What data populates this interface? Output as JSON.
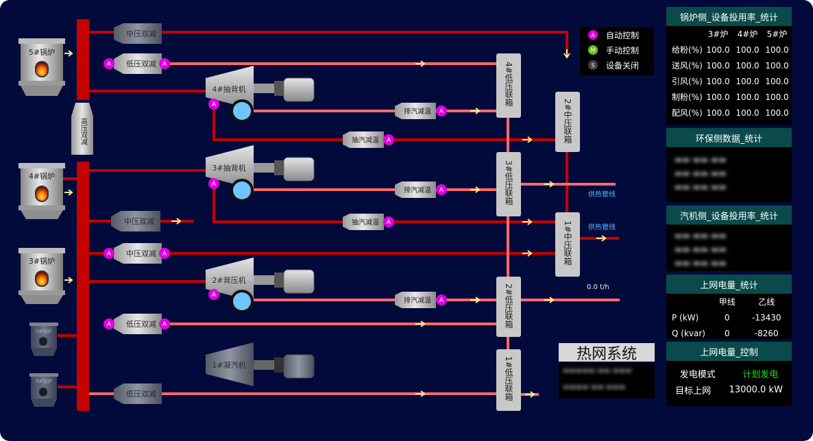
{
  "boilers": [
    "5#锅炉",
    "4#锅炉",
    "3#锅炉",
    "5#锅炉",
    "5#锅炉"
  ],
  "high_pressure_reducer": "高压双减",
  "reducers": {
    "mid_top": "中压双减",
    "low_top": "低压双减",
    "mid_second": "中压双减",
    "mid_third": "中压双减",
    "low_third": "低压双减",
    "low_bottom": "低压双减"
  },
  "turbines": [
    "4#抽背机",
    "3#抽背机",
    "2#背压机",
    "1#凝汽机"
  ],
  "attemperators": [
    "排汽减温",
    "排汽减温",
    "排汽减温",
    "抽汽减温",
    "抽汽减温"
  ],
  "headers": {
    "low4": "4#低压联箱",
    "low3": "3#低压联箱",
    "low2": "2#低压联箱",
    "low1": "1#低压联箱",
    "mid2": "2#中压联箱",
    "mid1": "1#中压联箱"
  },
  "heat_pipe_labels": [
    "供热管线",
    "供热管线"
  ],
  "flow_readout": "0.0 t/h",
  "badges": {
    "auto": "A",
    "manual": "M",
    "shutdown": "S"
  },
  "legend": [
    {
      "badge": "A",
      "label": "自动控制",
      "color": "#e000e0"
    },
    {
      "badge": "M",
      "label": "手动控制",
      "color": "#6ac020"
    },
    {
      "badge": "S",
      "label": "设备关闭",
      "color": "#444444"
    }
  ],
  "boiler_side": {
    "title": "锅炉侧_设备投用率_统计",
    "columns": [
      "3#炉",
      "4#炉",
      "5#炉"
    ],
    "rows": [
      {
        "label": "给粉(%)",
        "values": [
          "100.0",
          "100.0",
          "100.0"
        ]
      },
      {
        "label": "送风(%)",
        "values": [
          "100.0",
          "100.0",
          "100.0"
        ]
      },
      {
        "label": "引风(%)",
        "values": [
          "100.0",
          "100.0",
          "100.0"
        ]
      },
      {
        "label": "制粉(%)",
        "values": [
          "100.0",
          "100.0",
          "100.0"
        ]
      },
      {
        "label": "配风(%)",
        "values": [
          "100.0",
          "100.0",
          "100.0"
        ]
      }
    ]
  },
  "env_side": {
    "title": "环保侧数据_统计"
  },
  "turbine_side": {
    "title": "汽机侧_设备投用率_统计"
  },
  "grid_stats": {
    "title": "上网电量_统计",
    "columns": [
      "甲线",
      "乙线"
    ],
    "rows": [
      {
        "label": "P (kW)",
        "values": [
          "0",
          "-13430"
        ]
      },
      {
        "label": "Q (kvar)",
        "values": [
          "0",
          "-8260"
        ]
      }
    ]
  },
  "grid_control": {
    "title": "上网电量_控制",
    "mode_label": "发电模式",
    "mode_value": "计划发电",
    "target_label": "目标上网",
    "target_value": "13000.0 kW"
  },
  "heat_network": {
    "title": "热网系统"
  },
  "colors": {
    "background": "#020a3c",
    "steam_main": "#cc0000",
    "steam_low": "#ff6a6a",
    "panel_title": "#0a4a4a",
    "mode_value": "#22dd22"
  }
}
